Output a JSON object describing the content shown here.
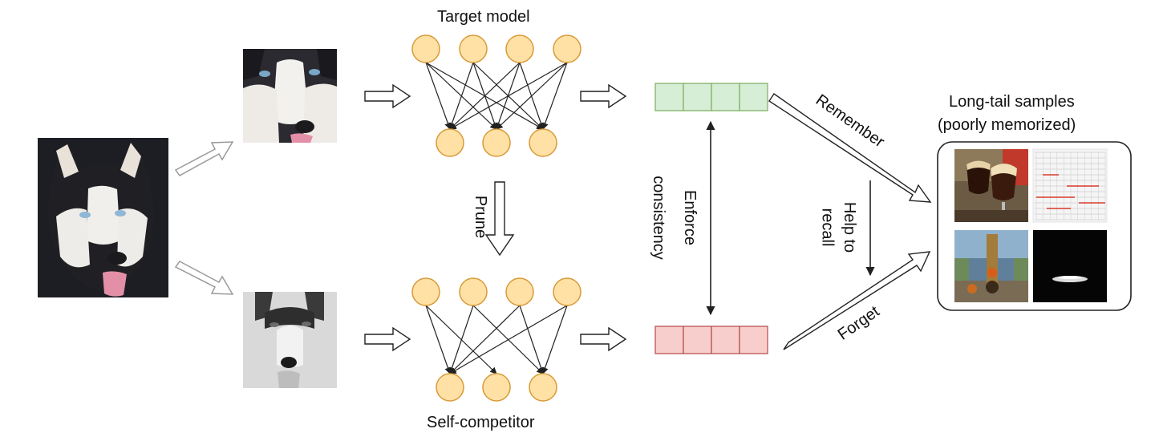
{
  "labels": {
    "target_model": "Target model",
    "self_competitor": "Self-competitor",
    "prune": "Prune",
    "enforce": "Enforce",
    "consistency": "consistency",
    "remember": "Remember",
    "forget": "Forget",
    "help_to": "Help to",
    "recall": "recall",
    "longtail_line1": "Long-tail samples",
    "longtail_line2": "(poorly memorized)"
  },
  "colors": {
    "node_fill": "#FFE1A6",
    "node_stroke": "#D99A38",
    "green_fill": "#D6EDD6",
    "green_stroke": "#82B366",
    "red_fill": "#F8CECC",
    "red_stroke": "#B85450",
    "arrow": "#222222",
    "gray_arrow": "#9a9a9a"
  },
  "icons": {
    "dog_image": "husky-photo",
    "crop_top": "husky-crop-color",
    "crop_bottom": "husky-crop-grayscale",
    "sample_1": "beer-glasses-photo",
    "sample_2": "grid-chart-image",
    "sample_3": "game-scene-image",
    "sample_4": "dark-spotlight-image"
  }
}
